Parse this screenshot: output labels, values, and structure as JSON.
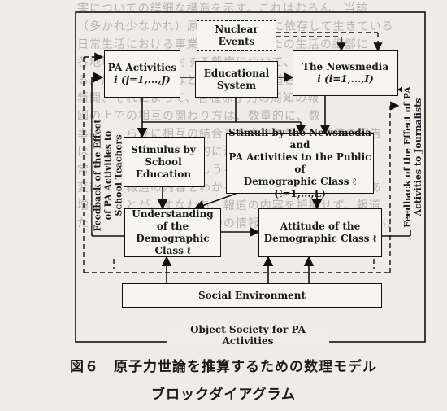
{
  "background_text": [
    "害についての詳細な構造を示す。これはむろん、当該",
    "（多かれ少なかれ）原子力の仕組みに依存して生きている",
    "日常生活における事業について、またの生活の細部に",
    "各地域の原子力に対する態度について、いいか原子力の",
    "る。原子力発電所などで出来事を報道され、",
    "新聞、それによって、各種原子力の周知の報",
    "図の上での相互の関わり方は、数量的に、数",
    "事故、ならびに相互の結合した事故の報道、通信の報告",
    "は、実施時間内に中心的に示されていない、なり",
    "常に異なった傾向を示しうる。（10年間のオーダーの）",
    "変動する報道の内容をわかる数値化することが必要であ",
    "増やすことが、すなわち、報道の内容を把握せず、報道",
    "た（すなわち、常に原子力の情報を入手し、積極的に続け"
  ],
  "boxes": {
    "nuclear_events": "Nuclear Events",
    "pa_activities_line1": "PA Activities",
    "pa_activities_line2": "i (j=1,...,J)",
    "educational_system_line1": "Educational",
    "educational_system_line2": "System",
    "newsmedia_line1": "The Newsmedia",
    "newsmedia_line2": "i (i=1,...,I)",
    "stimulus_school_line1": "Stimulus by",
    "stimulus_school_line2": "School Education",
    "stimuli_news_line1": "Stimuli by the Newsmedia and",
    "stimuli_news_line2": "PA Activities to the Public of",
    "stimuli_news_line3": "Demographic Class ℓ (ℓ=1,...,L)",
    "understanding_line1": "Understanding of the",
    "understanding_line2": "Demographic Class ℓ",
    "attitude_line1": "Attitude of the",
    "attitude_line2": "Demographic Class ℓ",
    "social_environment": "Social Environment"
  },
  "labels": {
    "feedback_teachers_line1": "Feedback of the Effect",
    "feedback_teachers_line2": "of PA Activities to",
    "feedback_teachers_line3": "School Teachers",
    "feedback_journalists_line1": "Feedback of the Effect of PA",
    "feedback_journalists_line2": "Activities to Journalists",
    "object_society": "Object Society for PA Activities"
  },
  "caption": {
    "line1": "図６　原子力世論を推算するための数理モデル",
    "line2": "ブロックダイアグラム"
  }
}
